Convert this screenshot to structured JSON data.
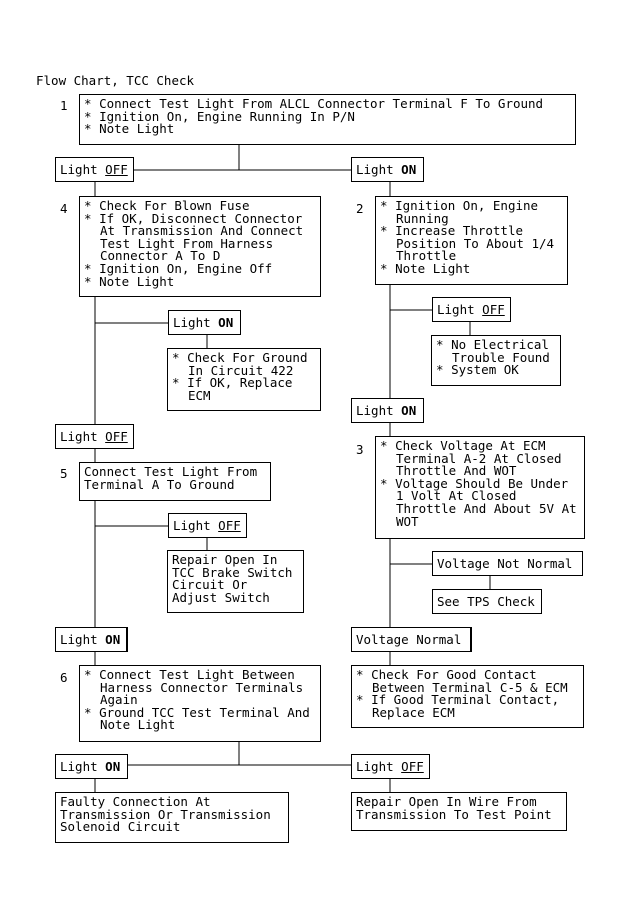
{
  "title": "Flow Chart, TCC Check",
  "steps": {
    "s1": "1",
    "s2": "2",
    "s3": "3",
    "s4": "4",
    "s5": "5",
    "s6": "6"
  },
  "box1": [
    "Connect Test Light From ALCL Connector Terminal F To Ground",
    "Ignition On, Engine Running In P/N",
    "Note Light"
  ],
  "light_word": "Light",
  "state_off": "OFF",
  "state_on": "ON",
  "box4": [
    "Check For Blown Fuse",
    "If OK, Disconnect Connector At Transmission And Connect Test Light From Harness Connector A To D",
    "Ignition On, Engine Off",
    "Note Light"
  ],
  "box2": [
    "Ignition On, Engine Running",
    "Increase Throttle Position To About 1/4 Throttle",
    "Note Light"
  ],
  "box_ground": [
    "Check For Ground In Circuit 422",
    "If OK, Replace ECM"
  ],
  "box_noelec": [
    "No Electrical Trouble Found",
    "System OK"
  ],
  "box5": "Connect Test Light From Terminal A To Ground",
  "box3": [
    "Check Voltage At ECM Terminal A-2 At Closed Throttle And WOT",
    "Voltage Should Be Under 1 Volt At Closed Throttle And About 5V At WOT"
  ],
  "box_repair_tcc": "Repair Open In TCC Brake Switch Circuit Or Adjust Switch",
  "label_voltage_not_normal": "Voltage Not Normal",
  "box_tps": "See TPS Check",
  "label_voltage_normal": "Voltage Normal",
  "box6": [
    "Connect Test Light Between Harness Connector Terminals Again",
    "Ground TCC Test Terminal And Note Light"
  ],
  "box_contact": [
    "Check For Good Contact Between Terminal C-5 & ECM",
    "If Good Terminal Contact, Replace ECM"
  ],
  "box_faulty": "Faulty Connection At Transmission Or Transmission Solenoid Circuit",
  "box_repair_wire": "Repair Open In Wire From Transmission To Test Point"
}
